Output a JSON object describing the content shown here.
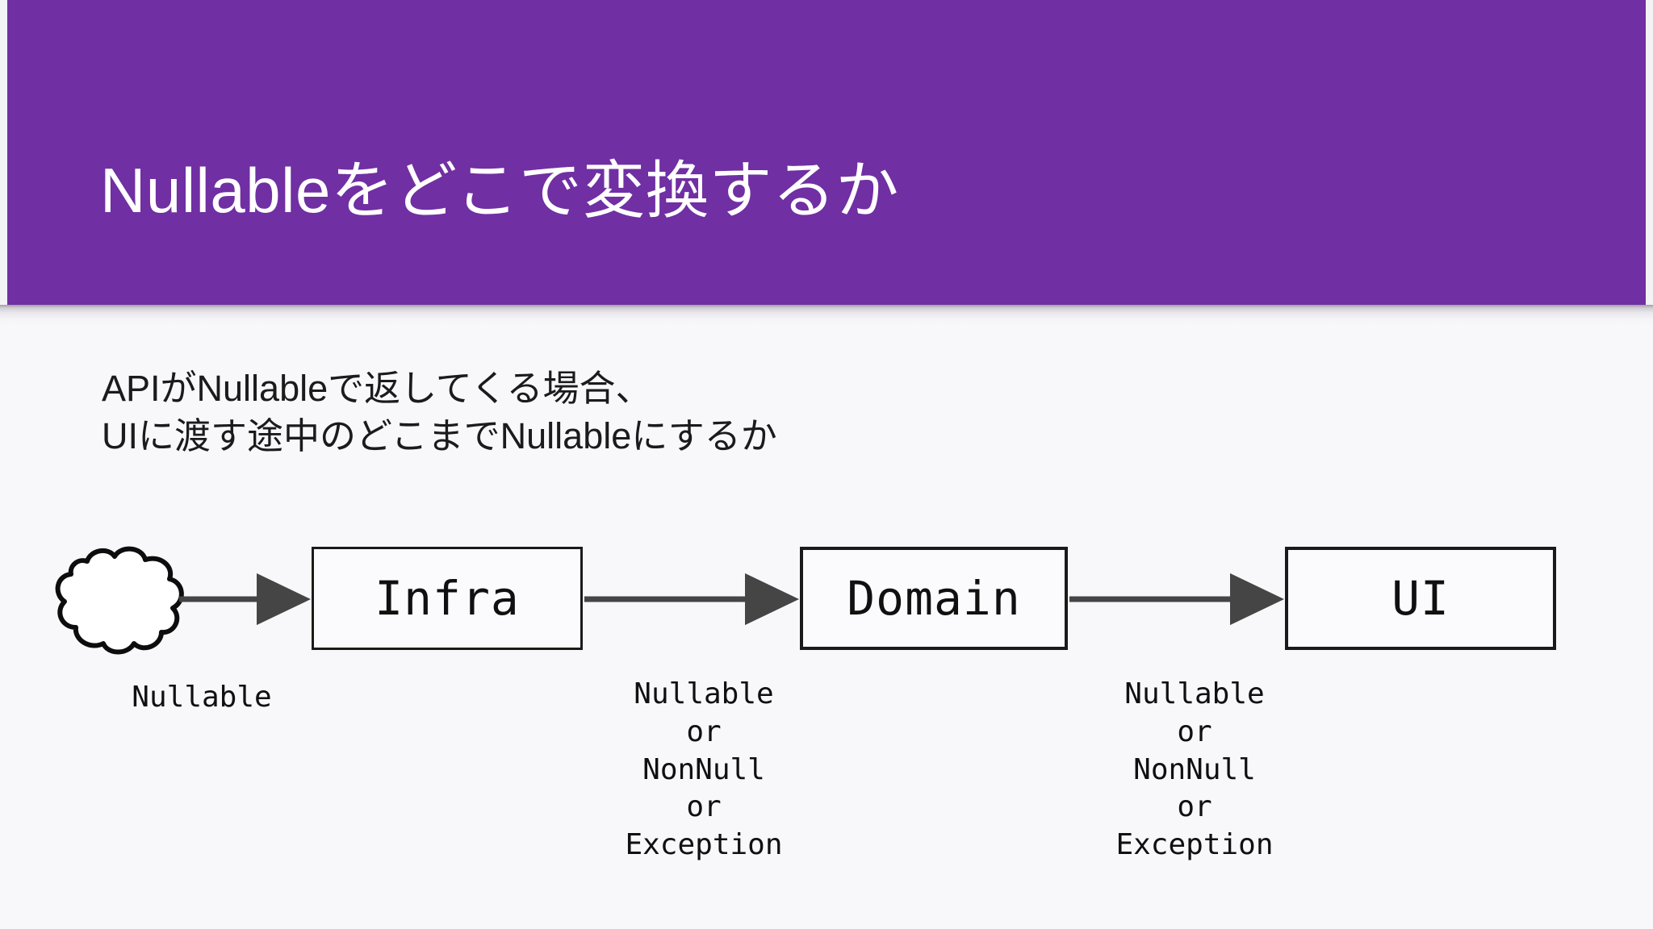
{
  "slide": {
    "title": "Nullableをどこで変換するか",
    "accent_color": "#702FA3",
    "background_color": "#F8F7FA",
    "body": {
      "line1": "APIがNullableで返してくる場合、",
      "line2": "UIに渡す途中のどこまでNullableにするか"
    }
  },
  "diagram": {
    "type": "flow",
    "source": {
      "icon": "cloud-icon",
      "label": "Nullable"
    },
    "nodes": [
      {
        "id": "infra",
        "label": "Infra"
      },
      {
        "id": "domain",
        "label": "Domain"
      },
      {
        "id": "ui",
        "label": "UI"
      }
    ],
    "edge_labels": {
      "cloud_to_infra": "Nullable",
      "infra_to_domain": "Nullable\nor\nNonNull\nor\nException",
      "domain_to_ui": "Nullable\nor\nNonNull\nor\nException"
    },
    "arrow_color": "#454545",
    "node_border_color": "#1A1A1A",
    "node_fill_color": "#FBFAFC"
  }
}
